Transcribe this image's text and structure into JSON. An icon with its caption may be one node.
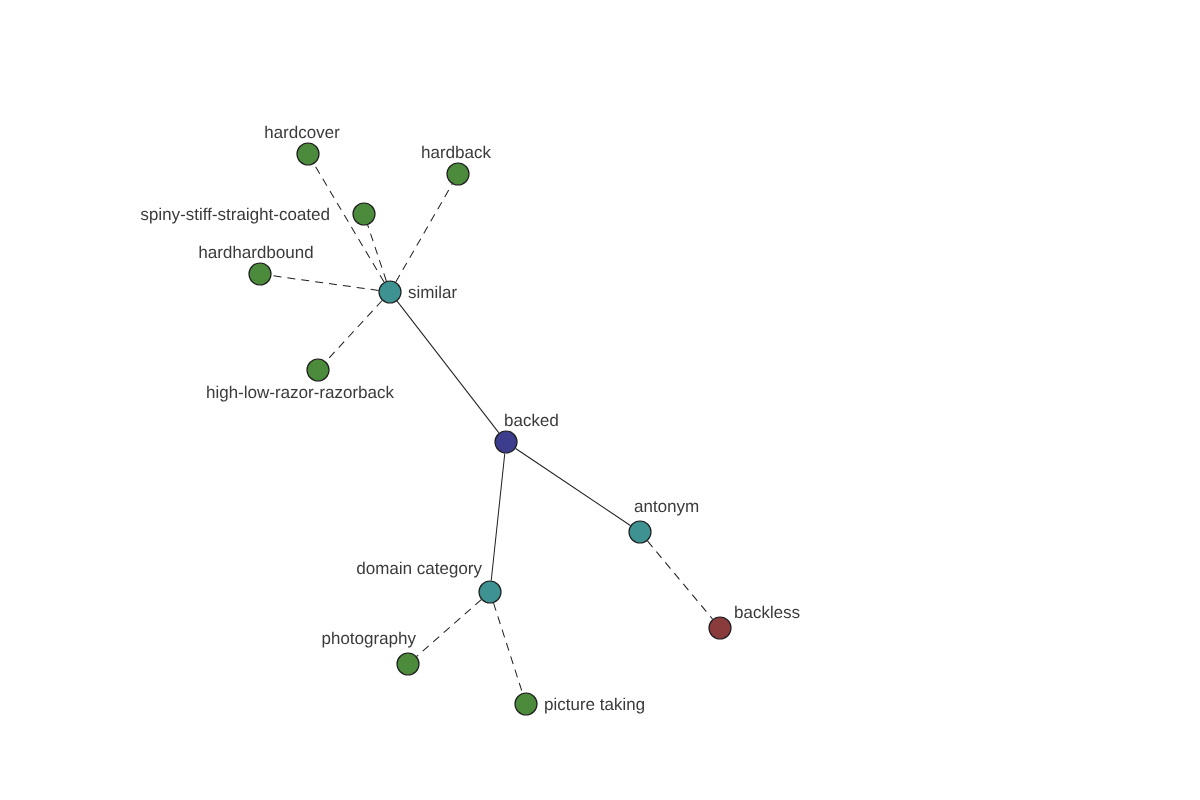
{
  "diagram": {
    "nodes": [
      {
        "text": [
          "hardcover"
        ]
      },
      {
        "text": [
          "hardback"
        ]
      },
      {
        "text": [
          "spiny-stiff-straight-coated"
        ]
      },
      {
        "text": [
          "hardhardbound"
        ]
      },
      {
        "text": [
          "similar"
        ]
      },
      {
        "text": [
          "high-low-razor-razorback"
        ]
      },
      {
        "text": [
          "backed"
        ]
      },
      {
        "text": [
          "antonym"
        ]
      },
      {
        "text": [
          "domain category"
        ]
      },
      {
        "text": [
          "backless"
        ]
      },
      {
        "text": [
          "photography"
        ]
      },
      {
        "text": [
          "picture taking"
        ]
      }
    ],
    "edges": [
      {
        "from": 6,
        "to": 4,
        "arrow": "none"
      },
      {
        "from": 4,
        "to": 0,
        "arrow": "none",
        "style": "dashed"
      },
      {
        "from": 4,
        "to": 1,
        "arrow": "none",
        "style": "dashed"
      },
      {
        "from": 4,
        "to": 2,
        "arrow": "none",
        "style": "dashed"
      },
      {
        "from": 4,
        "to": 3,
        "arrow": "none",
        "style": "dashed"
      },
      {
        "from": 4,
        "to": 5,
        "arrow": "none",
        "style": "dashed"
      },
      {
        "from": 6,
        "to": 7,
        "arrow": "none"
      },
      {
        "from": 7,
        "to": 9,
        "arrow": "none",
        "style": "dashed"
      },
      {
        "from": 6,
        "to": 8,
        "arrow": "none"
      },
      {
        "from": 8,
        "to": 10,
        "arrow": "none",
        "style": "dashed"
      },
      {
        "from": 8,
        "to": 11,
        "arrow": "none",
        "style": "dashed"
      }
    ]
  }
}
